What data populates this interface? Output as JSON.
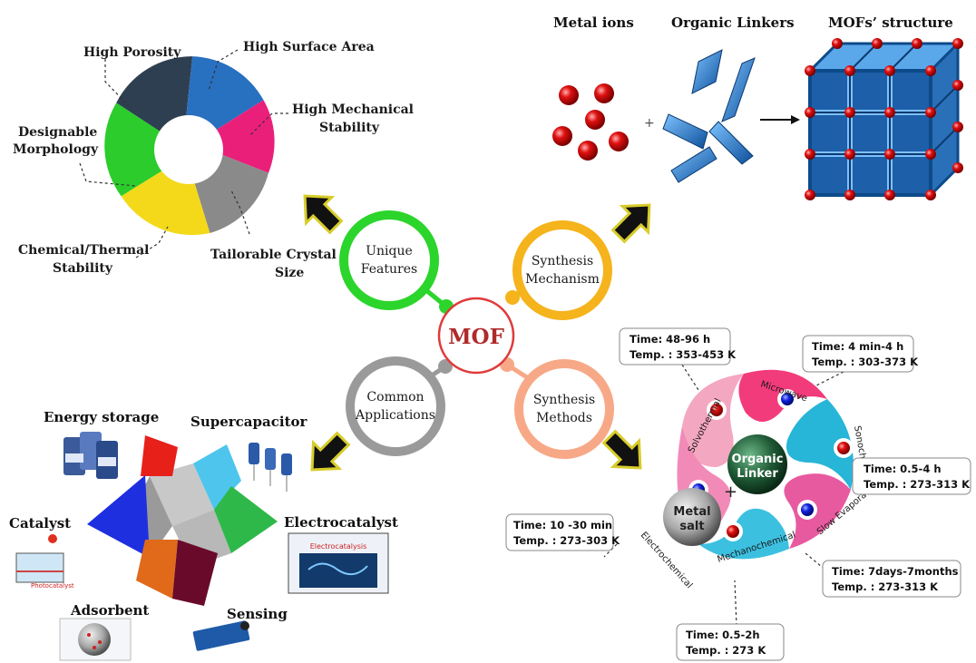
{
  "center": {
    "label": "MOF"
  },
  "hubs": {
    "unique": [
      "Unique",
      "Features"
    ],
    "mechanism": [
      "Synthesis",
      "Mechanism"
    ],
    "applications": [
      "Common",
      "Applications"
    ],
    "methods": [
      "Synthesis",
      "Methods"
    ]
  },
  "features": {
    "porosity": "High Porosity",
    "surface": "High Surface Area",
    "mech1": "High Mechanical",
    "mech2": "Stability",
    "design1": "Designable",
    "design2": "Morphology",
    "chem1": "Chemical/Thermal",
    "chem2": "Stability",
    "crystal1": "Tailorable Crystal",
    "crystal2": "Size"
  },
  "mechanism": {
    "metal_ions": "Metal ions",
    "linkers": "Organic Linkers",
    "structure": "MOFs’ structure"
  },
  "applications": {
    "energy": "Energy storage",
    "supercap": "Supercapacitor",
    "catalyst": "Catalyst",
    "electro": "Electrocatalyst",
    "adsorbent": "Adsorbent",
    "sensing": "Sensing",
    "electro_panel": "Electrocatalysis",
    "photo_panel": "Photocatalyst"
  },
  "methods": {
    "metal_salt": [
      "Metal",
      "salt"
    ],
    "organic_linker": [
      "Organic",
      "Linker"
    ],
    "solvothermal": "Solvothermal",
    "microwave": "Microwave",
    "sonochemical": "Sonochemical",
    "slow_evaporation": "Slow Evaporation",
    "mechanochemical": "Mechanochemical",
    "electrochemical": "Electrochemical",
    "boxes": {
      "solvo": [
        "Time: 48-96 h",
        "Temp. : 353-453 K"
      ],
      "micro": [
        "Time: 4 min-4 h",
        "Temp. : 303-373 K"
      ],
      "sono": [
        "Time: 0.5-4 h",
        "Temp. : 273-313 K"
      ],
      "electro": [
        "Time: 10 -30 min",
        "Temp. : 273-303 K"
      ],
      "slow": [
        "Time: 7days-7months",
        "Temp. : 273-313 K"
      ],
      "mechano": [
        "Time: 0.5-2h",
        "Temp. : 273 K"
      ]
    }
  },
  "colors": {
    "green": "#2bd52b",
    "orange": "#f5b31c",
    "gray": "#9a9a9a",
    "salmon": "#f7a987",
    "red": "#e03a3a",
    "blue": "#1a6fb5"
  }
}
